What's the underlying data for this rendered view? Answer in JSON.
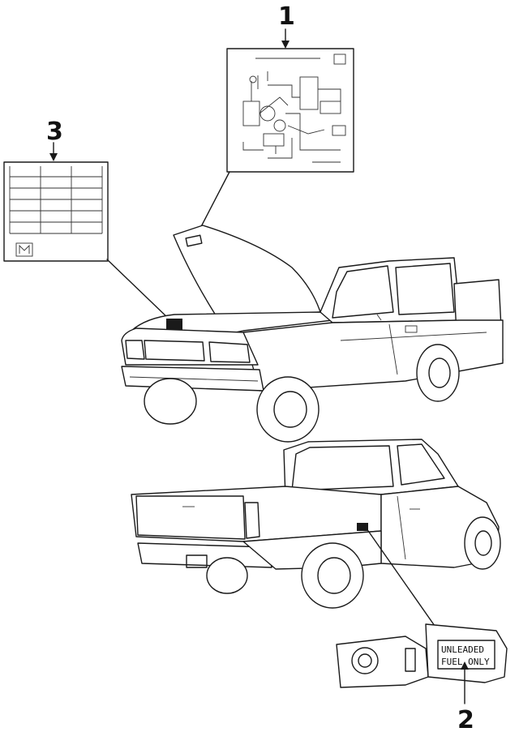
{
  "callouts": {
    "one": "1",
    "two": "2",
    "three": "3"
  },
  "fuel_decal": {
    "line1": "UNLEADED",
    "line2": "FUEL ONLY"
  },
  "colors": {
    "line": "#1a1a1a",
    "background": "#ffffff"
  }
}
